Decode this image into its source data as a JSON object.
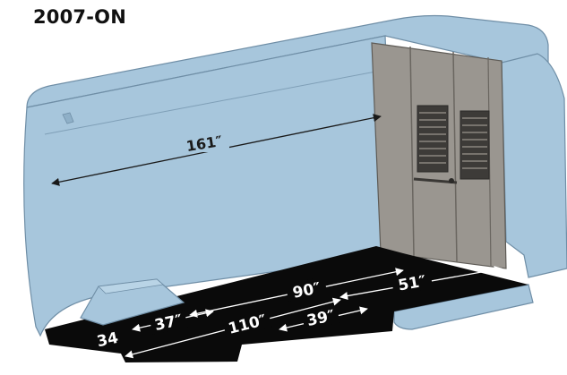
{
  "title": "2007-ON",
  "dimensions": {
    "overall_length": "161″",
    "floor_length_90": "90″",
    "partition_width_51": "51″",
    "wheel_well_37": "37″",
    "floor_diagonal_110": "110″",
    "rear_width_39": "39″",
    "front_width_34": "34"
  },
  "colors": {
    "van_body": "#a7c6dc",
    "van_outline": "#6f8ea6",
    "partition": "#9a9690",
    "floor": "#0a0a0a",
    "dimension_line_dark": "#1a1a1a",
    "dimension_line_light": "#ffffff"
  }
}
